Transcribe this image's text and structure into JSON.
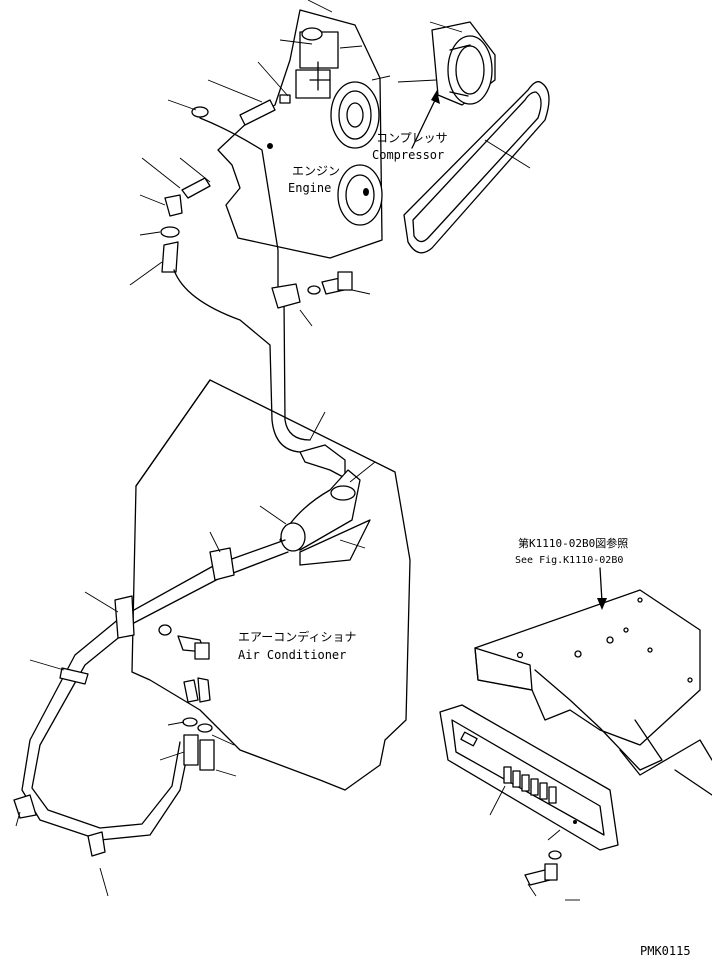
{
  "labels": {
    "compressor_jp": "コンプレッサ",
    "compressor_en": "Compressor",
    "engine_jp": "エンジン",
    "engine_en": "Engine",
    "aircon_jp": "エアーコンディショナ",
    "aircon_en": "Air Conditioner",
    "ref_jp": "第K1110-02B0図参照",
    "ref_en": "See Fig.K1110-02B0",
    "page_code": "PMK0115"
  }
}
